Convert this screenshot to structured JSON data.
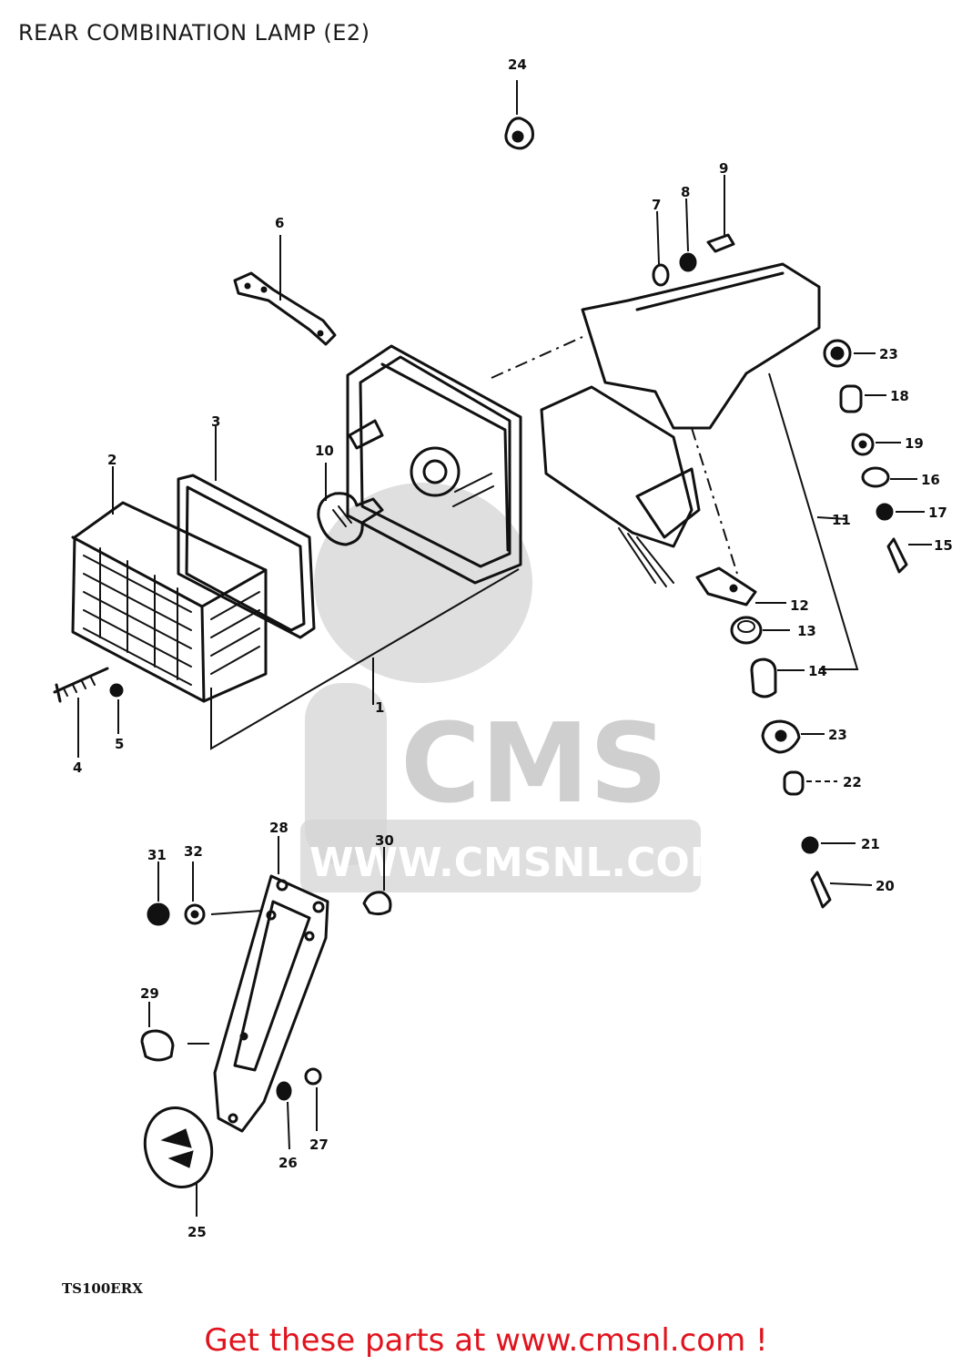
{
  "title": "REAR COMBINATION LAMP (E2)",
  "model_code": "TS100ERX",
  "watermark": {
    "brand": "CMS",
    "url": "WWW.CMSNL.COM"
  },
  "footer": {
    "text": "Get these parts at www.cmsnl.com !"
  },
  "callouts": [
    "1",
    "2",
    "3",
    "4",
    "5",
    "6",
    "7",
    "8",
    "9",
    "10",
    "11",
    "12",
    "13",
    "14",
    "15",
    "16",
    "17",
    "18",
    "19",
    "20",
    "21",
    "22",
    "23",
    "23",
    "24",
    "25",
    "26",
    "27",
    "28",
    "29",
    "30",
    "31",
    "32"
  ]
}
